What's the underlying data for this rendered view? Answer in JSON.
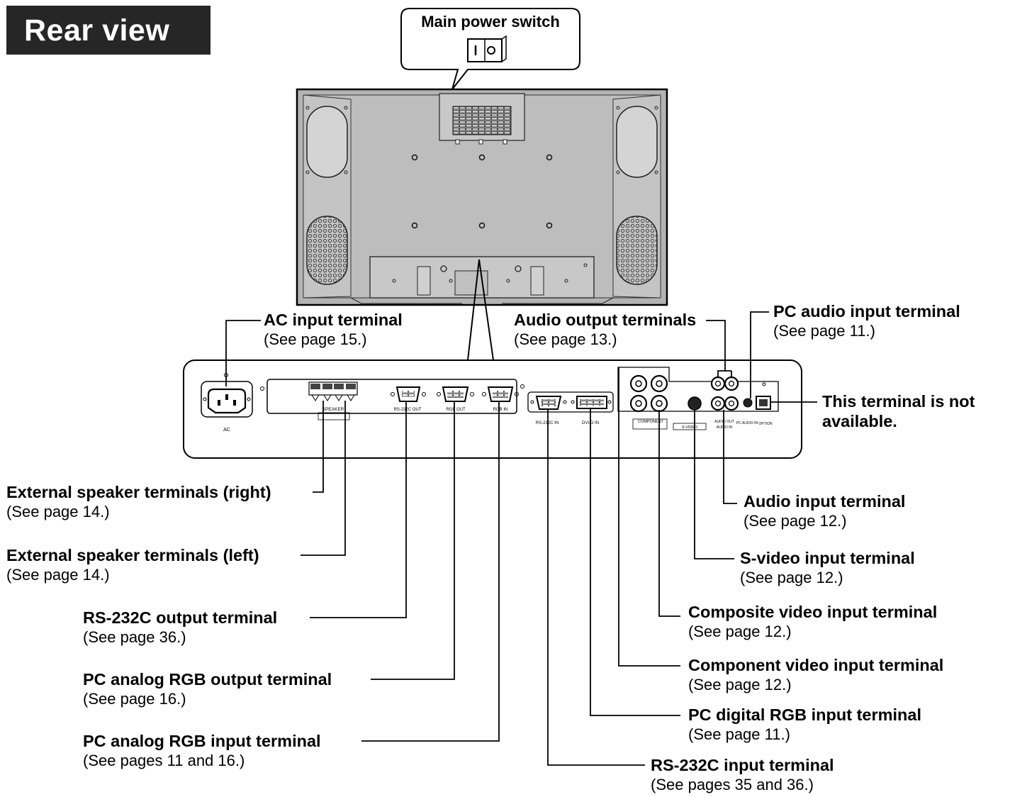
{
  "title": "Rear view",
  "power_switch": {
    "label": "Main power switch"
  },
  "panel_labels": {
    "ac": "AC",
    "speaker": "SPEAKER",
    "rs232c_out": "RS-232C OUT",
    "rgb_out": "RGB OUT",
    "rgb_in": "RGB IN",
    "rs232c_in": "RS-232C IN",
    "dvi_d_in": "DVI-D IN",
    "component": "COMPONENT",
    "svideo": "S-VIDEO",
    "audio_out": "AUDIO OUT",
    "audio_in": "AUDIO IN",
    "pc_audio_in": "PC AUDIO IN",
    "option": "OPTION"
  },
  "callouts": {
    "ac_input": {
      "name": "AC input terminal",
      "ref": "(See page 15.)"
    },
    "audio_output": {
      "name": "Audio output terminals",
      "ref": "(See page 13.)"
    },
    "pc_audio_input": {
      "name": "PC audio input terminal",
      "ref": "(See page 11.)"
    },
    "not_available": {
      "line1": "This terminal is not",
      "line2": "available."
    },
    "ext_speaker_right": {
      "name": "External speaker terminals (right)",
      "ref": "(See page 14.)"
    },
    "ext_speaker_left": {
      "name": "External speaker terminals (left)",
      "ref": "(See page 14.)"
    },
    "rs232c_output": {
      "name": "RS-232C output terminal",
      "ref": "(See page 36.)"
    },
    "pc_analog_rgb_output": {
      "name": "PC analog RGB output terminal",
      "ref": "(See page 16.)"
    },
    "pc_analog_rgb_input": {
      "name": "PC analog RGB input terminal",
      "ref": "(See pages 11 and 16.)"
    },
    "audio_input": {
      "name": "Audio input terminal",
      "ref": "(See page 12.)"
    },
    "svideo_input": {
      "name": "S-video input terminal",
      "ref": "(See page 12.)"
    },
    "composite_video_input": {
      "name": "Composite video input terminal",
      "ref": "(See page 12.)"
    },
    "component_video_input": {
      "name": "Component video input terminal",
      "ref": "(See page 12.)"
    },
    "pc_digital_rgb_input": {
      "name": "PC digital RGB input terminal",
      "ref": "(See page 11.)"
    },
    "rs232c_input": {
      "name": "RS-232C input terminal",
      "ref": "(See pages 35 and 36.)"
    }
  }
}
